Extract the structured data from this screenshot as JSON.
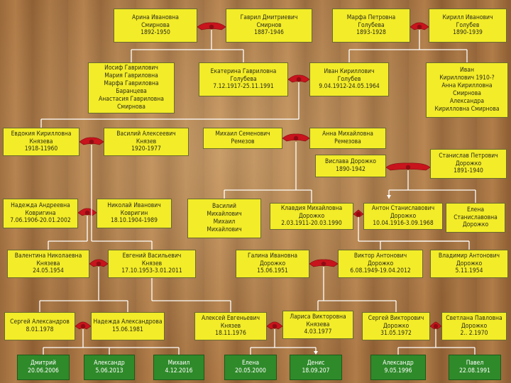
{
  "nodes": {
    "arina": [
      "Арина Ивановна",
      "Смирнова",
      "1892-1950"
    ],
    "gavril": [
      "Гаврил Дмитриевич",
      "Смирнов",
      "1887-1946"
    ],
    "marfa": [
      "Марфа Петровна",
      "Голубева",
      "1893-1928"
    ],
    "kirill": [
      "Кирилл Иванович",
      "Голубев",
      "1890-1939"
    ],
    "iosif": [
      "Иосиф Гаврилович",
      "Мария Гавриловна",
      "Марфа Гавриловна",
      "Баранцева",
      "Анастасия Гавриловна",
      "Смирнова"
    ],
    "ekaterina": [
      "Екатерина Гавриловна",
      "Голубева",
      "7.12.1917-25.11.1991"
    ],
    "ivan_k": [
      "Иван Кириллович",
      "Голубев",
      "9.04.1912-24.05.1964"
    ],
    "ivan_group": [
      "Иван",
      "Кириллович 1910-?",
      "Анна Кирилловна",
      "Смирнова",
      "Александра",
      "Кирилловна Смирнова"
    ],
    "evdokia": [
      "Евдокия Кирилловна",
      "Князева",
      "1918-11960"
    ],
    "vasily_a": [
      "Василий Алексеевич",
      "Князев",
      "1920-1977"
    ],
    "mikhail_s": [
      "Михаил Семенович",
      "Ремезов"
    ],
    "anna_m": [
      "Анна Михайловна",
      "Ремезова"
    ],
    "vislava": [
      "Вислава Дорожко",
      "1890-1942"
    ],
    "stanislav": [
      "Станислав Петрович",
      "Дорожко",
      "1891-1940"
    ],
    "nadezhda_a": [
      "Надежда Андреевна",
      "Ковригина",
      "7.06.1906-20.01.2002"
    ],
    "nikolai": [
      "Николай Иванович",
      "Ковригин",
      "18.10.1904-1989"
    ],
    "vasily_m": [
      "Василий",
      "Михайлович",
      "Михаил",
      "Михайлович"
    ],
    "klavdia": [
      "Клавдия Михайловна",
      "Дорожко",
      "2.03.1911-20.03.1990"
    ],
    "anton": [
      "Антон Станиславович",
      "Дорожко",
      "10.04.1916-3.09.1968"
    ],
    "elena_s": [
      "Елена",
      "Станиславовна",
      "Дорожко"
    ],
    "valentina": [
      "Валентина Николаевна",
      "Князева",
      "24.05.1954"
    ],
    "evgeny": [
      "Евгений Васильевич",
      "Князев",
      "17.10.1953-3.01.2011"
    ],
    "galina": [
      "Галина Ивановна",
      "Дорожко",
      "15.06.1951"
    ],
    "viktor": [
      "Виктор Антонович",
      "Дорожко",
      "6.08.1949-19.04.2012"
    ],
    "vladimir": [
      "Владимир Антонович",
      "Дорожко",
      "5.11.1954"
    ],
    "sergey_a": [
      "Сергей Александров",
      "8.01.1978"
    ],
    "nadezhda_al": [
      "Надежда Александрова",
      "15.06.1981"
    ],
    "alexey": [
      "Алексей Евгеньевич",
      "Князев",
      "18.11.1976"
    ],
    "larisa": [
      "Лариса Викторовна",
      "Князева",
      "4.03.1977"
    ],
    "sergey_v": [
      "Сергей Викторович",
      "Дорожко",
      "31.05.1972"
    ],
    "svetlana": [
      "Светлана Павловна",
      "Дорожко",
      "2.. 2.1970"
    ],
    "dmitry": [
      "Дмитрий",
      "20.06.2006"
    ],
    "alexander_a": [
      "Александр",
      "5.06.2013"
    ],
    "mikhail_a": [
      "Михаил",
      "4.12.2016"
    ],
    "elena_a": [
      "Елена",
      "20.05.2000"
    ],
    "denis": [
      "Денис",
      "18.09.207"
    ],
    "alexander_s": [
      "Александр",
      "9.05.1996"
    ],
    "pavel": [
      "Павел",
      "22.08.1991"
    ]
  },
  "colors": {
    "box_fill": "#f3ec28",
    "box_fill_green": "#2f8a2a",
    "connector": "#ffffff",
    "marriage_ribbon": "#c8141c",
    "background_wood": "#a3703f"
  }
}
